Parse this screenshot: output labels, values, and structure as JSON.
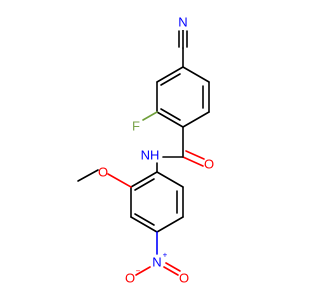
{
  "structure": {
    "atoms": {
      "nitrile_n": "N",
      "fluoro": "F",
      "amide_nh": "NH",
      "amide_o": "O",
      "methoxy_o": "O",
      "nitro_n": "N",
      "nitro_n_charge": "+",
      "nitro_o_left": "O",
      "nitro_o_left_charge": "−",
      "nitro_o_right": "O"
    }
  },
  "colors": {
    "carbon": "#000000",
    "nitrogen": "#0000ff",
    "oxygen": "#ff0000",
    "fluorine": "#7aa34a"
  }
}
